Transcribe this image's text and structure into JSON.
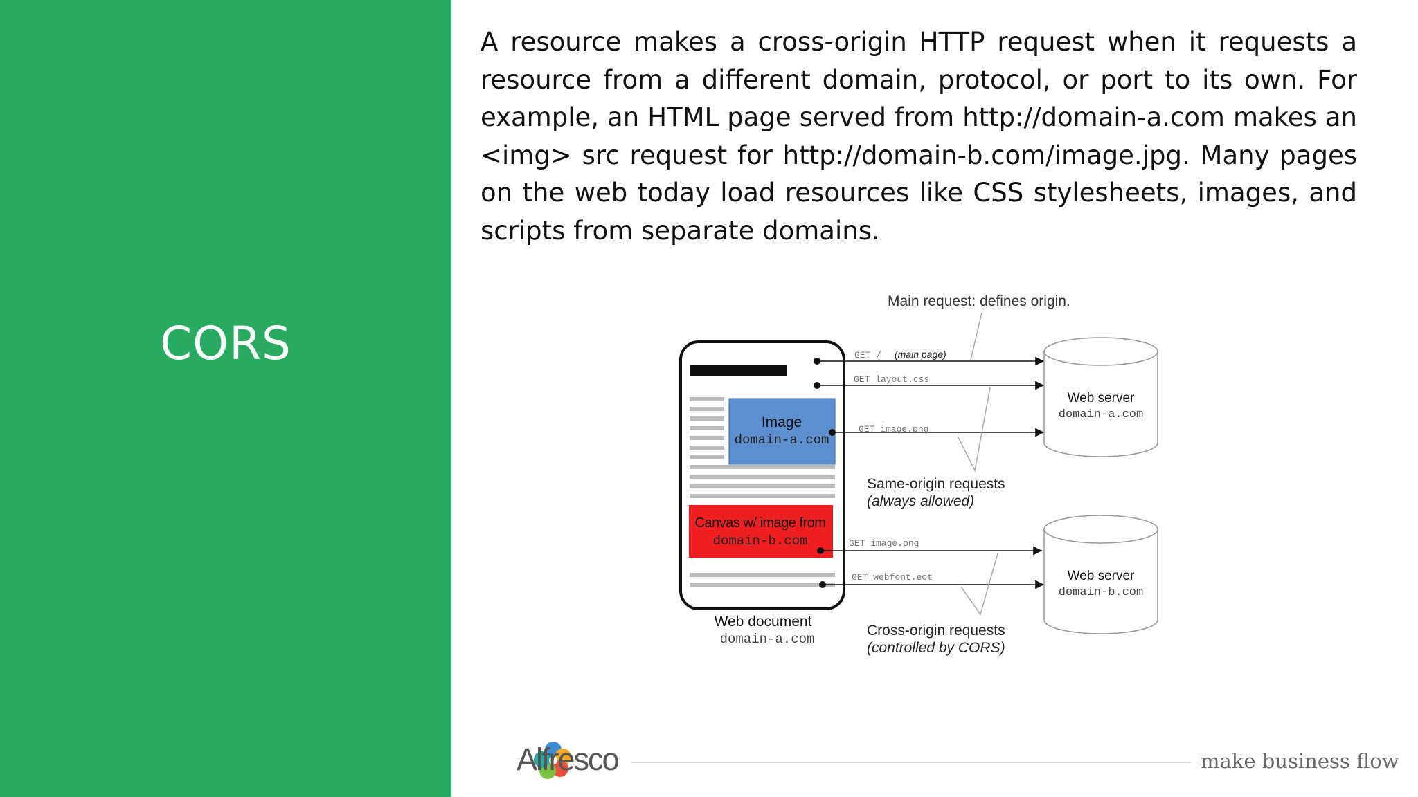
{
  "slide": {
    "title": "CORS",
    "body": "A resource makes a cross-origin HTTP request when it requests a resource from a different domain, protocol, or port to its own. For example, an HTML page served from http://domain-a.com makes an <img> src request for http://domain-b.com/image.jpg.  Many pages on the web today load resources like CSS stylesheets, images, and scripts from separate domains."
  },
  "diagram": {
    "main_request_note": "Main request: defines origin.",
    "image_box_title": "Image",
    "image_box_domain": "domain-a.com",
    "canvas_box_title": "Canvas w/ image from",
    "canvas_box_domain": "domain-b.com",
    "web_document_label": "Web document",
    "web_document_domain": "domain-a.com",
    "requests": {
      "get_main": "GET /",
      "main_page": "(main page)",
      "get_layout": "GET layout.css",
      "get_image_a": "GET image.png",
      "get_image_b": "GET image.png",
      "get_webfont": "GET webfont.eot"
    },
    "same_origin_label": "Same-origin requests",
    "same_origin_note": "(always allowed)",
    "cross_origin_label": "Cross-origin requests",
    "cross_origin_note": "(controlled by CORS)",
    "server_a_label": "Web server",
    "server_a_domain": "domain-a.com",
    "server_b_label": "Web server",
    "server_b_domain": "domain-b.com"
  },
  "footer": {
    "brand": "Alfresco",
    "tagline": "make business flow"
  },
  "colors": {
    "panel_green": "#28AA62",
    "image_box_blue": "#5B8FD0",
    "canvas_box_red": "#F01E1E"
  }
}
